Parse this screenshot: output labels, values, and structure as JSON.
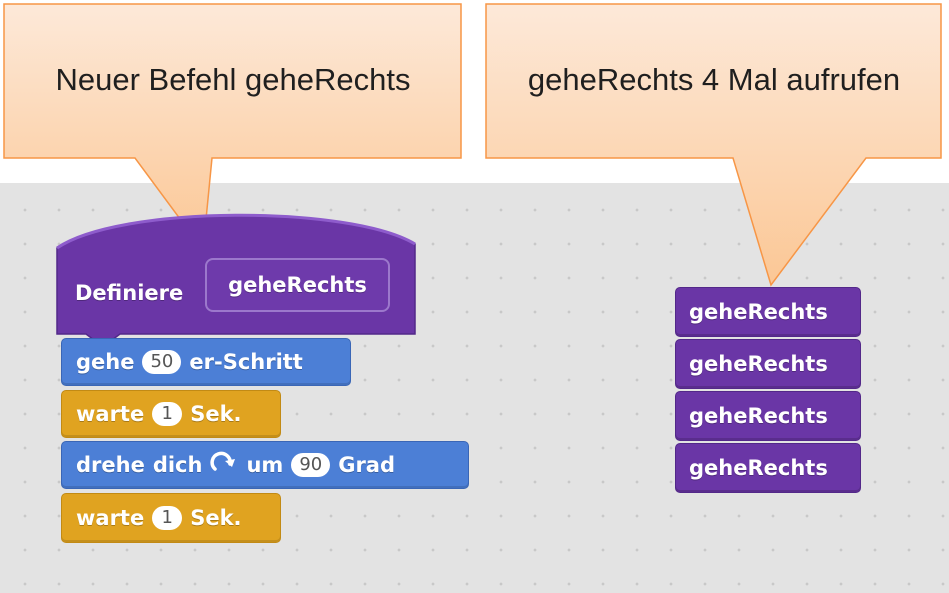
{
  "callouts": [
    {
      "text": "Neuer Befehl geheRechts"
    },
    {
      "text": "geheRechts 4 Mal aufrufen"
    }
  ],
  "define_block": {
    "keyword": "Definiere",
    "name": "geheRechts",
    "color": "#6a36a6"
  },
  "script_blocks": [
    {
      "kind": "motion",
      "word1": "gehe",
      "value": "50",
      "word2": "er-Schritt"
    },
    {
      "kind": "control",
      "word1": "warte",
      "value": "1",
      "word2": "Sek."
    },
    {
      "kind": "motion",
      "word1": "drehe",
      "word1b": "dich",
      "icon": "rotate-clockwise-icon",
      "word_um": "um",
      "value": "90",
      "word2": "Grad"
    },
    {
      "kind": "control",
      "word1": "warte",
      "value": "1",
      "word2": "Sek."
    }
  ],
  "call_blocks": [
    {
      "label": "geheRechts"
    },
    {
      "label": "geheRechts"
    },
    {
      "label": "geheRechts"
    },
    {
      "label": "geheRechts"
    }
  ],
  "colors": {
    "motion": "#4c7fd6",
    "control": "#e0a320",
    "custom": "#6a36a6",
    "callout_fill": "#fcd5b5",
    "callout_border": "#f79646"
  }
}
